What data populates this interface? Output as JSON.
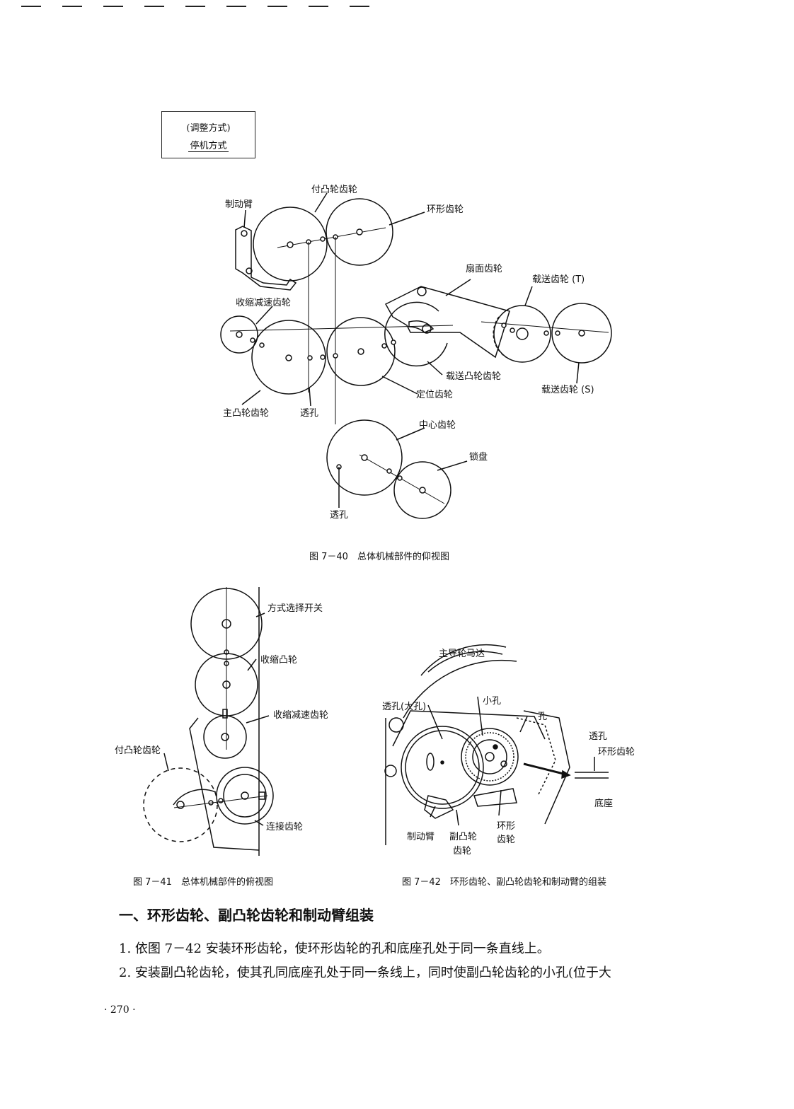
{
  "box": {
    "line1": "(调整方式)",
    "line2": "停机方式"
  },
  "fig40": {
    "labels": {
      "brake_arm": "制动臂",
      "sub_cam_gear": "付凸轮齿轮",
      "ring_gear": "环形齿轮",
      "sector_gear": "扇面齿轮",
      "carry_gear_t": "载送齿轮 (T)",
      "shrink_reduce_gear": "收缩减速齿轮",
      "carry_cam_gear": "载送凸轮齿轮",
      "carry_gear_s": "载送齿轮 (S)",
      "main_cam_gear": "主凸轮齿轮",
      "through_hole": "透孔",
      "positioning_gear": "定位齿轮",
      "center_gear": "中心齿轮",
      "lock_disc": "锁盘",
      "through_hole_2": "透孔"
    },
    "caption": "图 7－40　总体机械部件的仰视图"
  },
  "fig41": {
    "labels": {
      "mode_switch": "方式选择开关",
      "shrink_cam": "收缩凸轮",
      "shrink_reduce_gear": "收缩减速齿轮",
      "sub_cam_gear": "付凸轮齿轮",
      "connect_gear": "连接齿轮"
    },
    "caption": "图 7－41　总体机械部件的俯视图"
  },
  "fig42": {
    "labels": {
      "capstan_motor": "主导轮马达",
      "through_hole_big": "透孔(大孔)",
      "small_hole": "小孔",
      "hole": "孔",
      "through_hole": "透孔",
      "ring_gear": "环形齿轮",
      "base": "底座",
      "brake_arm": "制动臂",
      "sub_cam_gear_1": "副凸轮",
      "sub_cam_gear_2": "齿轮",
      "ring_gear_1": "环形",
      "ring_gear_2": "齿轮"
    },
    "caption": "图 7－42　环形齿轮、副凸轮齿轮和制动臂的组装"
  },
  "heading": "一、环形齿轮、副凸轮齿轮和制动臂组装",
  "paragraphs": [
    "1. 依图 7－42 安装环形齿轮，使环形齿轮的孔和底座孔处于同一条直线上。",
    "2. 安装副凸轮齿轮，使其孔同底座孔处于同一条线上，同时使副凸轮齿轮的小孔(位于大"
  ],
  "page_number": "· 270 ·"
}
